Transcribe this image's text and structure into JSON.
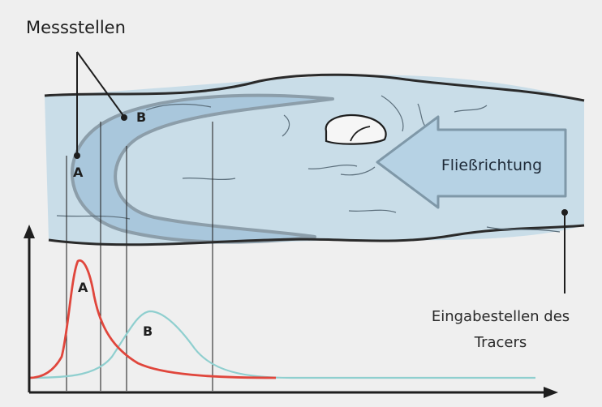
{
  "labels": {
    "measurement_points": "Messstellen",
    "point_a": "A",
    "point_b": "B",
    "flow_direction": "Fließrichtung",
    "injection_line1": "Eingabestellen des",
    "injection_line2": "Tracers",
    "curve_a": "A",
    "curve_b": "B"
  },
  "colors": {
    "background": "#efefef",
    "water": "#c9dde8",
    "tracer_plume": "#a9c7dc",
    "plume_edge": "#8c9eaa",
    "arrow_fill": "#b6d2e4",
    "curve_a": "#e0463c",
    "curve_b": "#8fcfcf",
    "ink": "#1e1e1e"
  }
}
